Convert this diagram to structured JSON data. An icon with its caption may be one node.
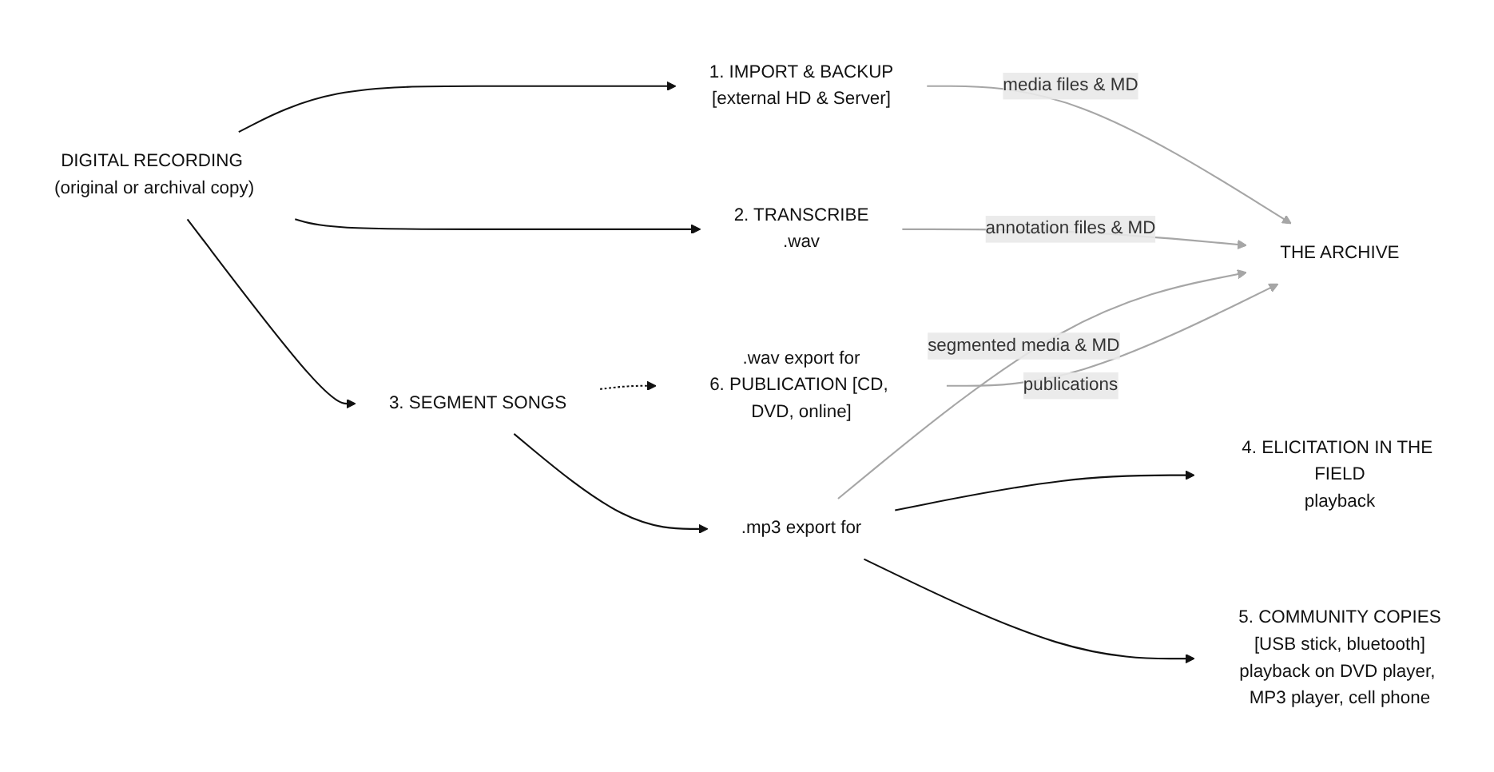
{
  "diagram": {
    "nodes": [
      {
        "text": [
          "DIGITAL RECORDING (original or archival copy)"
        ]
      },
      {
        "text": [
          "1. IMPORT & BACKUP",
          "[external HD & Server]"
        ]
      },
      {
        "text": [
          "2. TRANSCRIBE",
          ".wav"
        ]
      },
      {
        "text": [
          "3. SEGMENT SONGS"
        ]
      },
      {
        "text": [
          ".mp3 export for"
        ]
      },
      {
        "text": [
          "4. ELICITATION IN THE FIELD",
          "playback"
        ]
      },
      {
        "text": [
          "5. COMMUNITY COPIES",
          "[USB stick, bluetooth]",
          "playback on DVD player, MP3 player, cell phone"
        ]
      },
      {
        "text": [
          ".wav export for",
          "6. PUBLICATION [CD, DVD, online]"
        ]
      },
      {
        "text": [
          "THE ARCHIVE"
        ]
      }
    ],
    "edges": [
      {
        "from": 0,
        "to": 1,
        "arrow": "to"
      },
      {
        "from": 0,
        "to": 2,
        "arrow": "to"
      },
      {
        "from": 0,
        "to": 3,
        "arrow": "to"
      },
      {
        "from": 3,
        "to": 4,
        "arrow": "to"
      },
      {
        "from": 3,
        "to": 7,
        "arrow": "to",
        "style": "dashed"
      },
      {
        "from": 4,
        "to": 5,
        "arrow": "to"
      },
      {
        "from": 4,
        "to": 6,
        "arrow": "to"
      },
      {
        "from": 1,
        "to": 8,
        "arrow": "to",
        "label": "media files & MD",
        "color": "#a6a6a6"
      },
      {
        "from": 2,
        "to": 8,
        "arrow": "to",
        "label": "annotation files & MD",
        "color": "#a6a6a6"
      },
      {
        "from": 4,
        "to": 8,
        "arrow": "to",
        "label": "segmented media & MD",
        "color": "#a6a6a6"
      },
      {
        "from": 7,
        "to": 8,
        "arrow": "to",
        "label": "publications",
        "color": "#a6a6a6"
      }
    ]
  }
}
